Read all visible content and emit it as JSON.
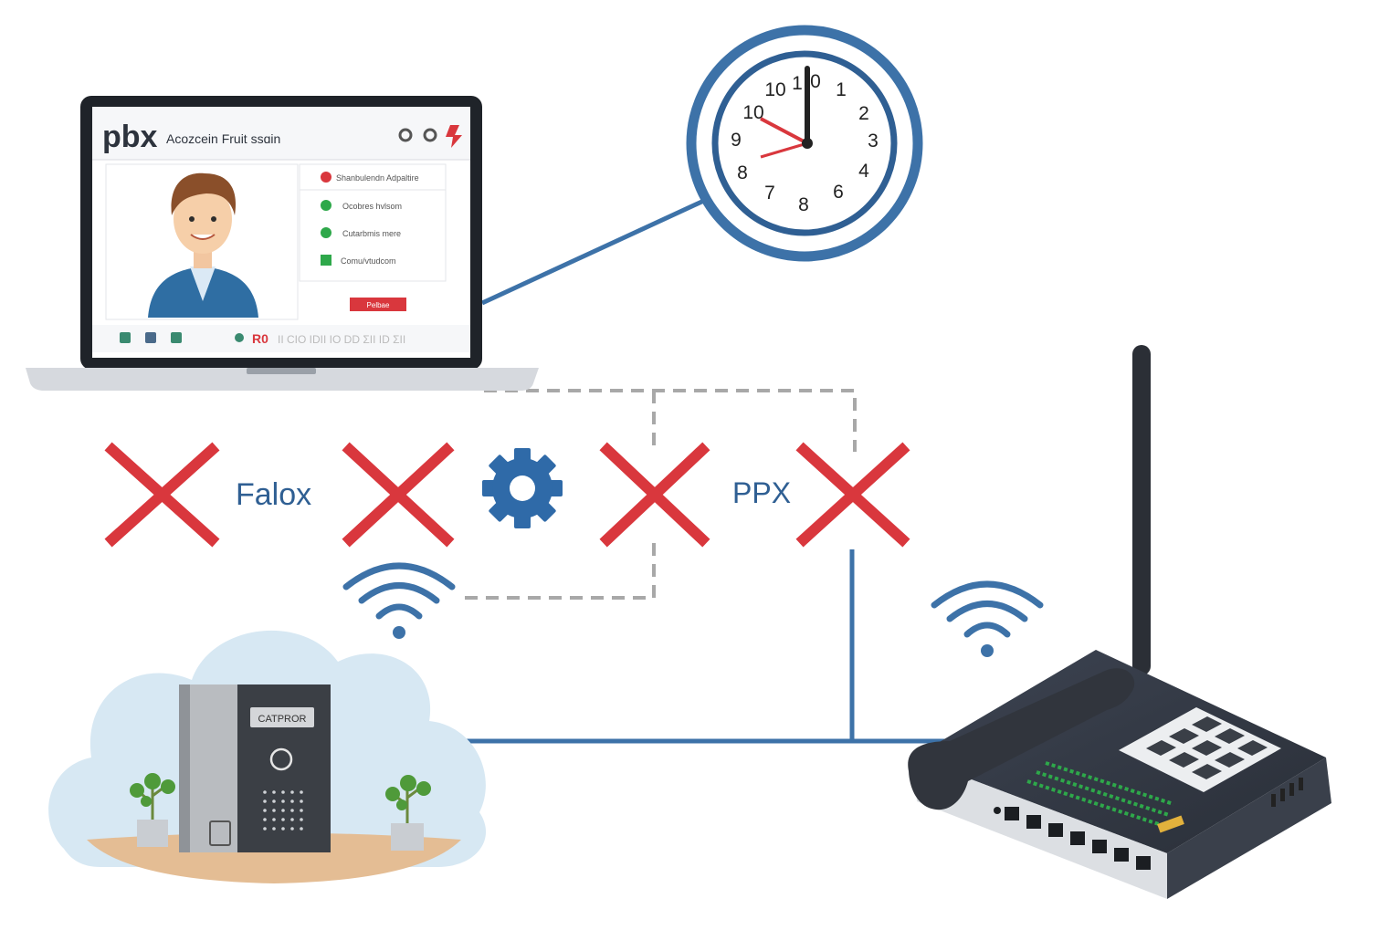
{
  "laptop": {
    "app_logo": "pbx",
    "app_title": "Acozcein Fruit ssɑin",
    "panel_items": [
      {
        "label": "Shanbulendn Adpaltire",
        "status": "red"
      },
      {
        "label": "Ocobres hvlsom",
        "status": "green"
      },
      {
        "label": "Cutarbmis mere",
        "status": "green"
      },
      {
        "label": "Comu/vtudcom",
        "status": "green"
      }
    ],
    "panel_button": "Pelbae",
    "bottom_code": "R0",
    "bottom_text": "II CIO IDII IO DD ΣII ID ΣII"
  },
  "clock": {
    "numbers": [
      "10",
      "1",
      "0",
      "1",
      "10",
      "2",
      "9",
      "3",
      "8",
      "4",
      "7",
      "8",
      "6"
    ]
  },
  "labels": {
    "label_a": "Falox",
    "label_b": "PPX"
  },
  "intercom": {
    "plate": "CATPROR"
  },
  "colors": {
    "blue": "#3d72a8",
    "red": "#d9373d",
    "green": "#2ea84a",
    "dark": "#2d333d",
    "dash": "#a8a8a8"
  }
}
